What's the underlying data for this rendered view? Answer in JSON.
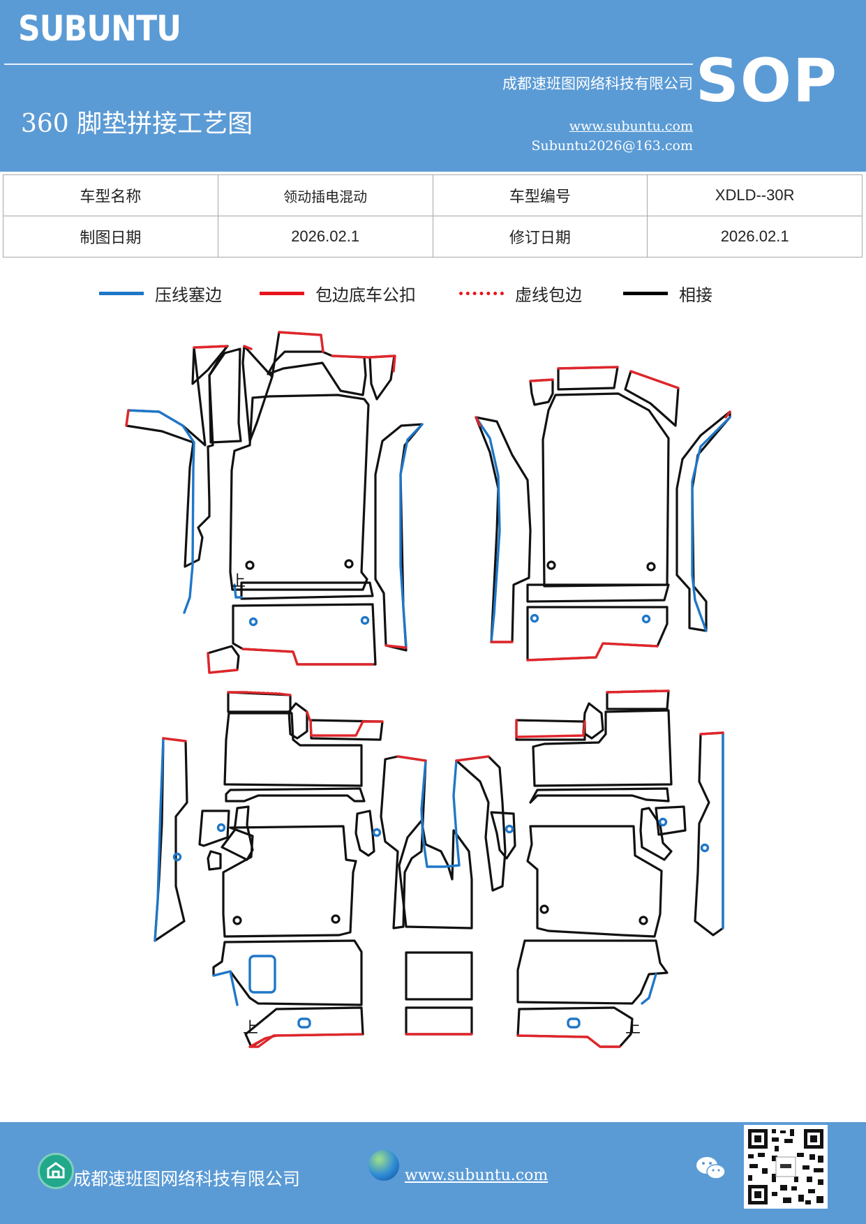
{
  "header": {
    "brand": "SUBUNTU",
    "company": "成都速班图网络科技有限公司",
    "website": "www.subuntu.com",
    "email": "Subuntu2026@163.com",
    "doc_title": "360 脚垫拼接工艺图",
    "badge": "SOP"
  },
  "info_table": {
    "model_name_label": "车型名称",
    "model_name_value": "领动插电混动",
    "model_code_label": "车型编号",
    "model_code_value": "XDLD--30R",
    "draw_date_label": "制图日期",
    "draw_date_value": "2026.02.1",
    "revise_date_label": "修订日期",
    "revise_date_value": "2026.02.1"
  },
  "legend": [
    {
      "label": "压线塞边",
      "color": "#1f77c8",
      "style": "solid"
    },
    {
      "label": "包边底车公扣",
      "color": "#e8141b",
      "style": "solid"
    },
    {
      "label": "虚线包边",
      "color": "#e8141b",
      "style": "dotted"
    },
    {
      "label": "相接",
      "color": "#000000",
      "style": "solid"
    }
  ],
  "drawing": {
    "marks": {
      "top_mark": "上"
    },
    "colors": {
      "press": "#1f77c8",
      "wrap": "#e0262b",
      "join": "#111111"
    }
  },
  "footer": {
    "company": "成都速班图网络科技有限公司",
    "website": "www.subuntu.com"
  }
}
